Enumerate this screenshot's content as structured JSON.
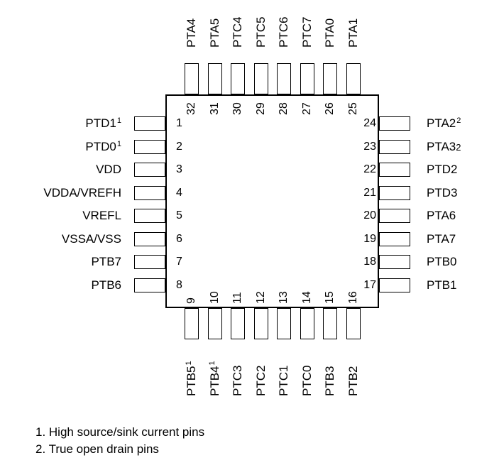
{
  "package": {
    "left_pins": [
      {
        "number": "1",
        "name": "PTD1",
        "mark": "1"
      },
      {
        "number": "2",
        "name": "PTD0",
        "mark": "1"
      },
      {
        "number": "3",
        "name": "VDD",
        "mark": ""
      },
      {
        "number": "4",
        "name": "VDDA/VREFH",
        "mark": ""
      },
      {
        "number": "5",
        "name": "VREFL",
        "mark": ""
      },
      {
        "number": "6",
        "name": "VSSA/VSS",
        "mark": ""
      },
      {
        "number": "7",
        "name": "PTB7",
        "mark": ""
      },
      {
        "number": "8",
        "name": "PTB6",
        "mark": ""
      }
    ],
    "bottom_pins": [
      {
        "number": "9",
        "name": "PTB5",
        "mark": "1"
      },
      {
        "number": "10",
        "name": "PTB4",
        "mark": "1"
      },
      {
        "number": "11",
        "name": "PTC3",
        "mark": ""
      },
      {
        "number": "12",
        "name": "PTC2",
        "mark": ""
      },
      {
        "number": "13",
        "name": "PTC1",
        "mark": ""
      },
      {
        "number": "14",
        "name": "PTC0",
        "mark": ""
      },
      {
        "number": "15",
        "name": "PTB3",
        "mark": ""
      },
      {
        "number": "16",
        "name": "PTB2",
        "mark": ""
      }
    ],
    "right_pins": [
      {
        "number": "17",
        "name": "PTB1",
        "mark": "",
        "mark_style": ""
      },
      {
        "number": "18",
        "name": "PTB0",
        "mark": "",
        "mark_style": ""
      },
      {
        "number": "19",
        "name": "PTA7",
        "mark": "",
        "mark_style": ""
      },
      {
        "number": "20",
        "name": "PTA6",
        "mark": "",
        "mark_style": ""
      },
      {
        "number": "21",
        "name": "PTD3",
        "mark": "",
        "mark_style": ""
      },
      {
        "number": "22",
        "name": "PTD2",
        "mark": "",
        "mark_style": ""
      },
      {
        "number": "23",
        "name": "PTA3",
        "mark": "2",
        "mark_style": "sub"
      },
      {
        "number": "24",
        "name": "PTA2",
        "mark": "2",
        "mark_style": "sup"
      }
    ],
    "top_pins": [
      {
        "number": "25",
        "name": "PTA1",
        "mark": ""
      },
      {
        "number": "26",
        "name": "PTA0",
        "mark": ""
      },
      {
        "number": "27",
        "name": "PTC7",
        "mark": ""
      },
      {
        "number": "28",
        "name": "PTC6",
        "mark": ""
      },
      {
        "number": "29",
        "name": "PTC5",
        "mark": ""
      },
      {
        "number": "30",
        "name": "PTC4",
        "mark": ""
      },
      {
        "number": "31",
        "name": "PTA5",
        "mark": ""
      },
      {
        "number": "32",
        "name": "PTA4",
        "mark": ""
      }
    ]
  },
  "notes": [
    "1. High source/sink current pins",
    "2. True open drain pins"
  ]
}
